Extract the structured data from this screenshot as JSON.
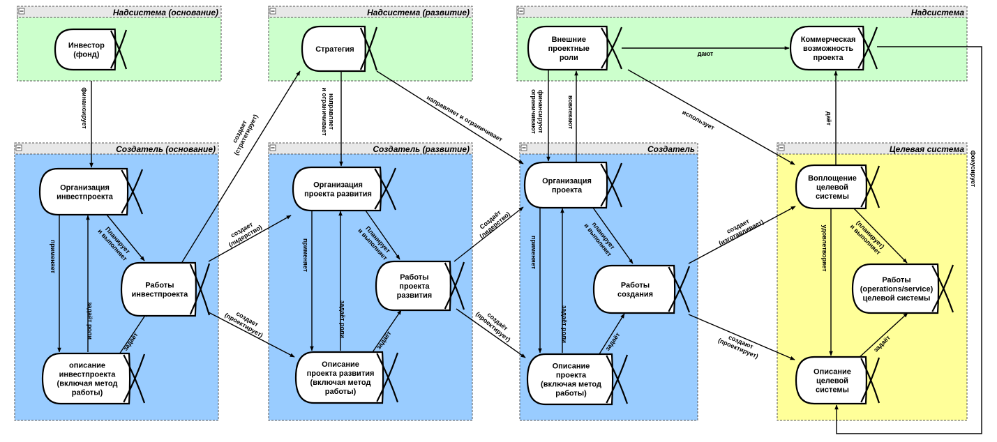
{
  "frames": {
    "nad_osn": {
      "title": "Надсистема (основание)",
      "fill": "#ccffcc"
    },
    "nad_razv": {
      "title": "Надсистема (развитие)",
      "fill": "#ccffcc"
    },
    "nad": {
      "title": "Надсистема",
      "fill": "#ccffcc"
    },
    "sozd_osn": {
      "title": "Создатель (основание)",
      "fill": "#99ccff"
    },
    "sozd_razv": {
      "title": "Создатель (развитие)",
      "fill": "#99ccff"
    },
    "sozd": {
      "title": "Создатель",
      "fill": "#99ccff"
    },
    "target": {
      "title": "Целевая система",
      "fill": "#ffff99"
    }
  },
  "nodes": {
    "investor": {
      "lines": [
        "Инвестор",
        "(фонд)"
      ]
    },
    "org_invest": {
      "lines": [
        "Организация",
        "инвестпроекта"
      ]
    },
    "work_invest": {
      "lines": [
        "Работы",
        "инвестпроекта"
      ]
    },
    "desc_invest": {
      "lines": [
        "описание",
        "инвестпроекта",
        "(включая метод",
        "работы)"
      ]
    },
    "strategy": {
      "lines": [
        "Стратегия"
      ]
    },
    "org_dev": {
      "lines": [
        "Организация",
        "проекта развития"
      ]
    },
    "work_dev": {
      "lines": [
        "Работы",
        "проекта",
        "развития"
      ]
    },
    "desc_dev": {
      "lines": [
        "Описание",
        "проекта развития",
        "(включая метод",
        "работы)"
      ]
    },
    "ext_roles": {
      "lines": [
        "Внешние",
        "проектные",
        "роли"
      ]
    },
    "commercial": {
      "lines": [
        "Коммерческая",
        "возможность",
        "проекта"
      ]
    },
    "org_proj": {
      "lines": [
        "Организация",
        "проекта"
      ]
    },
    "work_create": {
      "lines": [
        "Работы",
        "создания"
      ]
    },
    "desc_proj": {
      "lines": [
        "Описание",
        "проекта",
        "(включая метод",
        "работы)"
      ]
    },
    "embodiment": {
      "lines": [
        "Воплощение",
        "целевой",
        "системы"
      ]
    },
    "work_ops": {
      "lines": [
        "Работы",
        "(operations/service)",
        "целевой системы"
      ]
    },
    "desc_target": {
      "lines": [
        "Описание",
        "целевой",
        "системы"
      ]
    }
  },
  "edge_labels": {
    "finances": [
      "финансирует"
    ],
    "creates_strategy": [
      "создает",
      "(стратегирует)"
    ],
    "directs_limits_v": [
      "направляет",
      "и ограничивает"
    ],
    "directs_limits": [
      "направляет и ограничивает"
    ],
    "gives_top": [
      "дают"
    ],
    "uses": [
      "использует"
    ],
    "finance_limit": [
      "финансируют",
      "ограничивают"
    ],
    "involves": [
      "вовлекают"
    ],
    "gives_right": [
      "даёт"
    ],
    "focuses": [
      "фокусирует"
    ],
    "applies_1": [
      "применяет"
    ],
    "sets_roles_1": [
      "задаёт роли"
    ],
    "plans_1": [
      "Планирует",
      "и выполняет"
    ],
    "sets_1": [
      "задаёт"
    ],
    "creates_lead_1": [
      "создает",
      "(лидерство)"
    ],
    "creates_design_1": [
      "создает",
      "(проектирует)"
    ],
    "applies_2": [
      "применяет"
    ],
    "sets_roles_2": [
      "задаёт роли"
    ],
    "plans_2": [
      "Планирует",
      "и выполняет"
    ],
    "sets_2": [
      "задаёт"
    ],
    "creates_lead_2": [
      "Создаёт",
      "(лидерство)"
    ],
    "creates_design_2": [
      "создаёт",
      "(проектирует)"
    ],
    "applies_3": [
      "применяет"
    ],
    "sets_roles_3": [
      "задаёт роли"
    ],
    "plans_3": [
      "планирует",
      "и выполняет"
    ],
    "sets_3": [
      "задаёт"
    ],
    "creates_make": [
      "создает",
      "(изготавливает)"
    ],
    "creates_design_3": [
      "создают",
      "(проектирует)"
    ],
    "satisfies": [
      "удовлетворяет"
    ],
    "plans_4": [
      "(планирует)",
      "и выполняет"
    ],
    "sets_4": [
      "задаёт"
    ]
  }
}
